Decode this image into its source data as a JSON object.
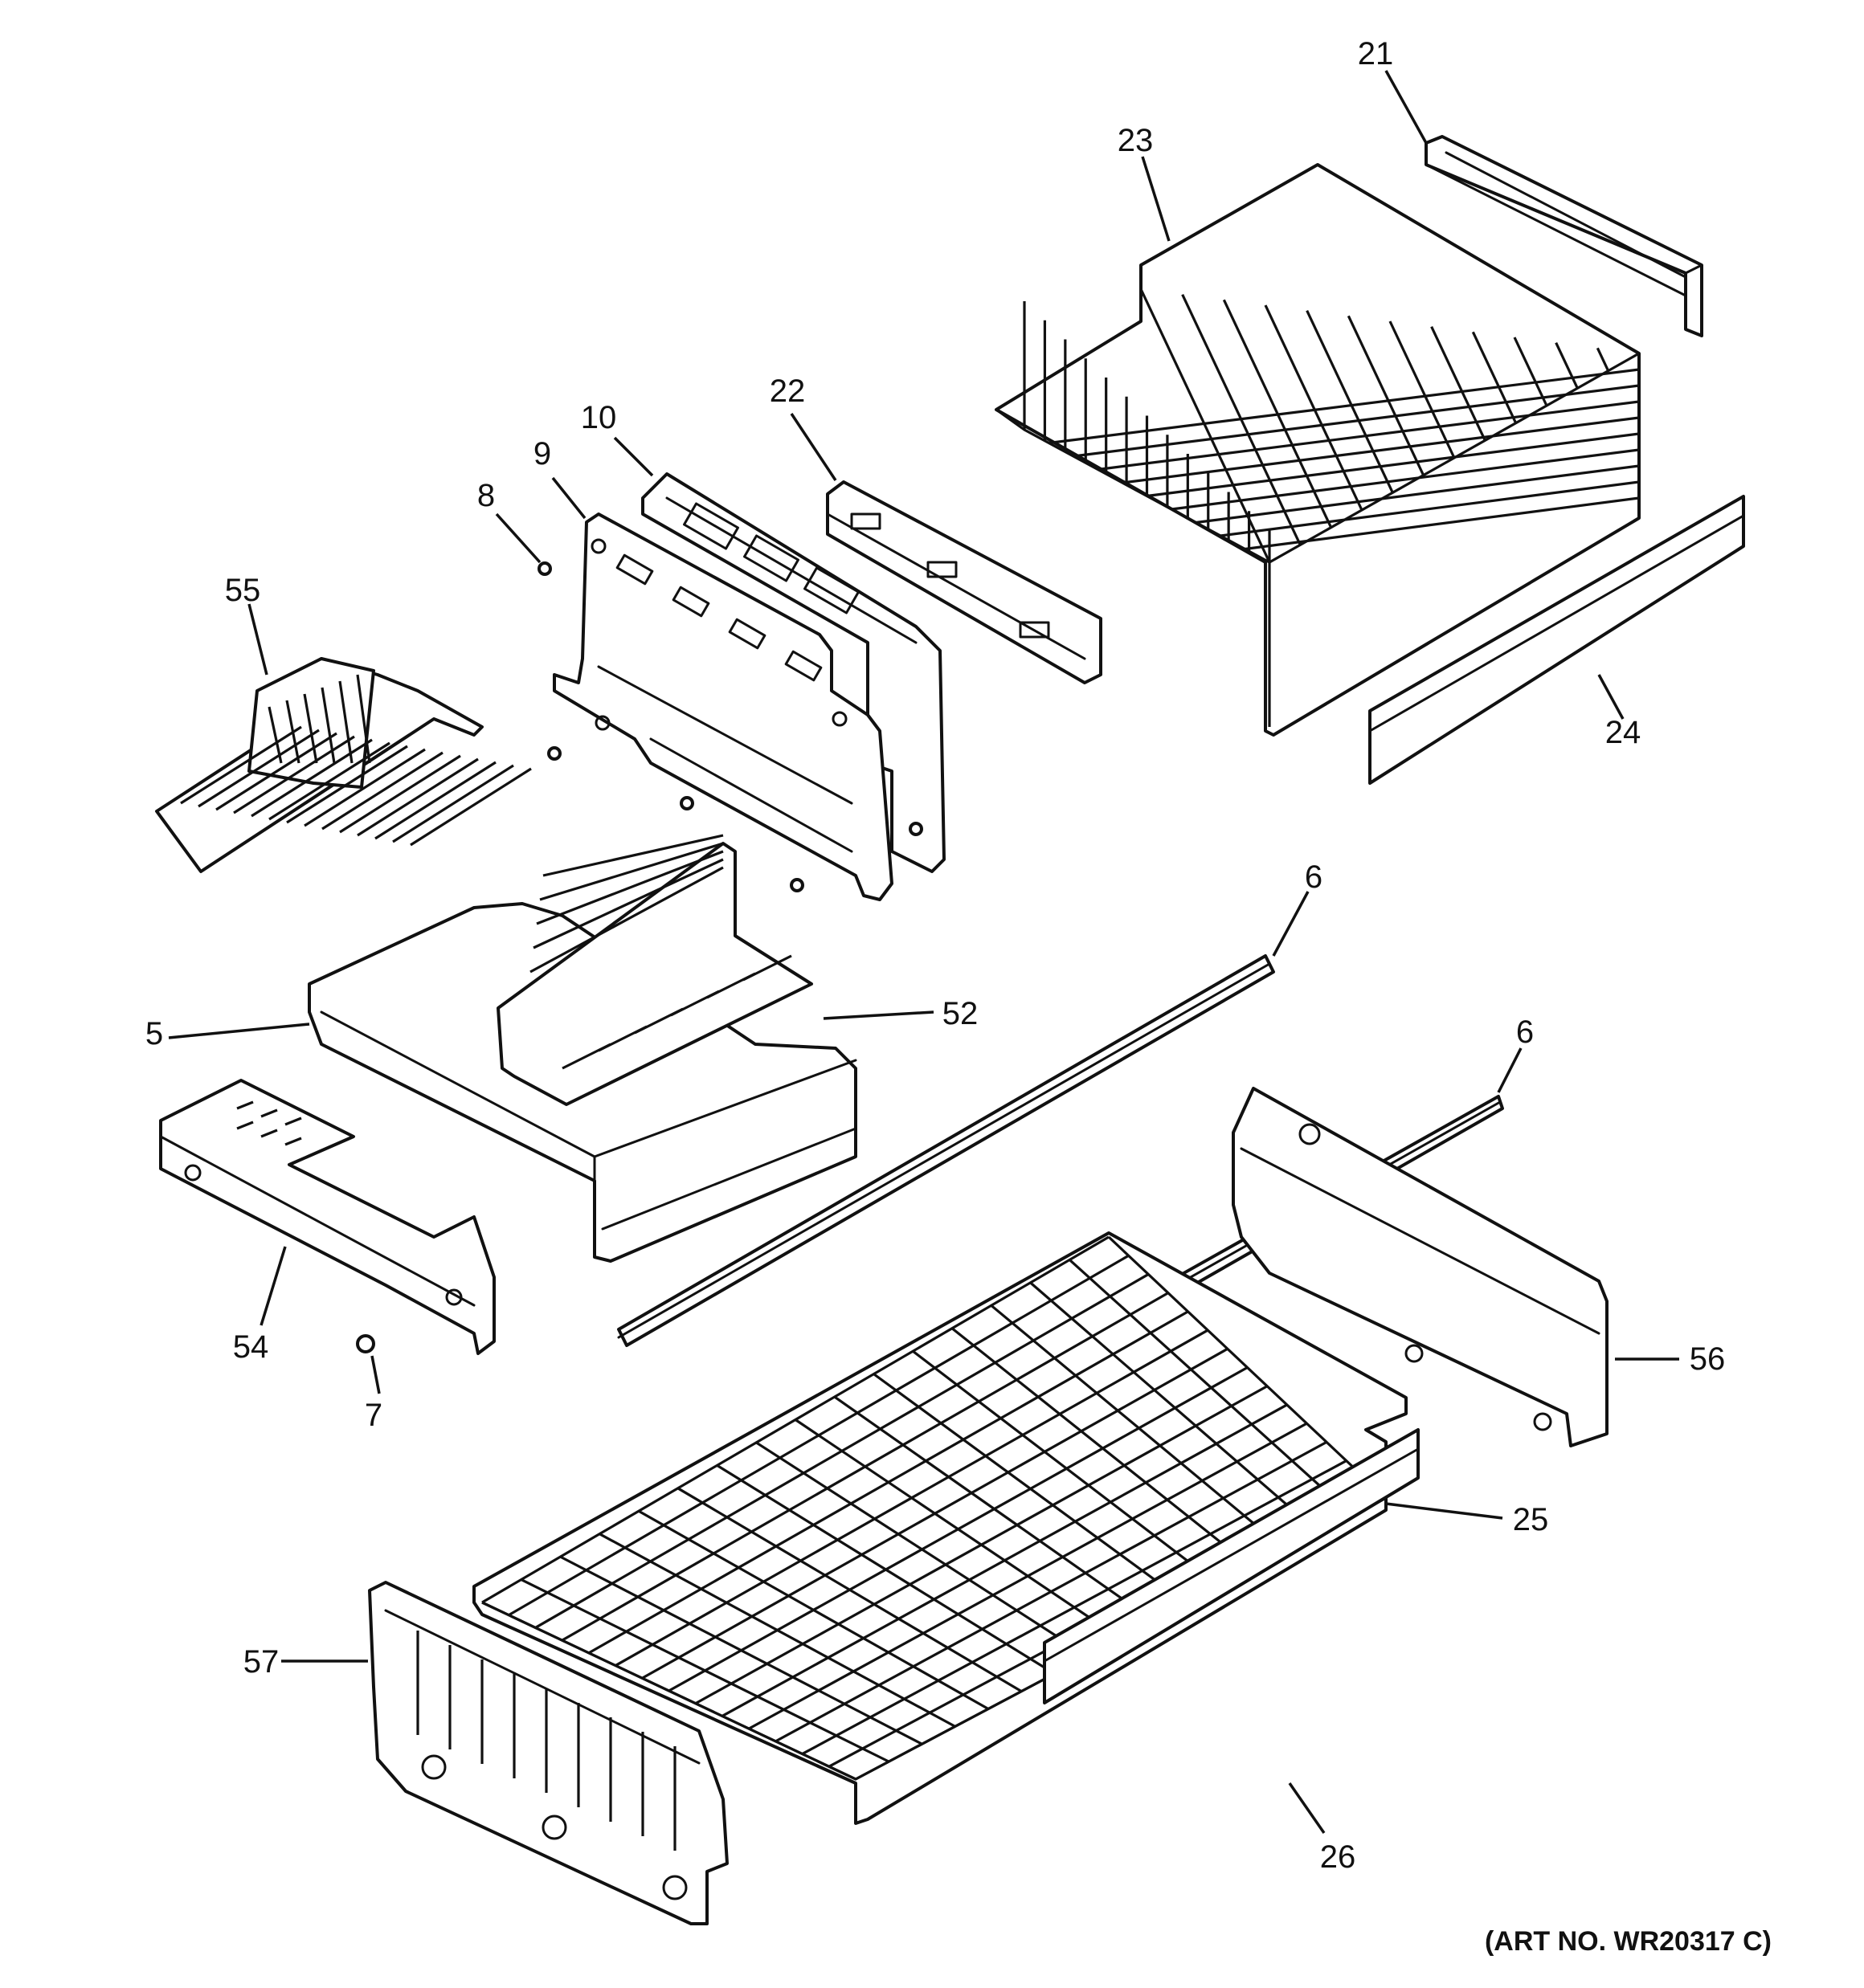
{
  "callouts": [
    {
      "label": "21"
    },
    {
      "label": "23"
    },
    {
      "label": "22"
    },
    {
      "label": "10"
    },
    {
      "label": "9"
    },
    {
      "label": "8"
    },
    {
      "label": "55"
    },
    {
      "label": "24"
    },
    {
      "label": "6"
    },
    {
      "label": "52"
    },
    {
      "label": "5"
    },
    {
      "label": "6"
    },
    {
      "label": "54"
    },
    {
      "label": "7"
    },
    {
      "label": "56"
    },
    {
      "label": "25"
    },
    {
      "label": "57"
    },
    {
      "label": "26"
    }
  ],
  "art_number": "(ART NO. WR20317 C)"
}
